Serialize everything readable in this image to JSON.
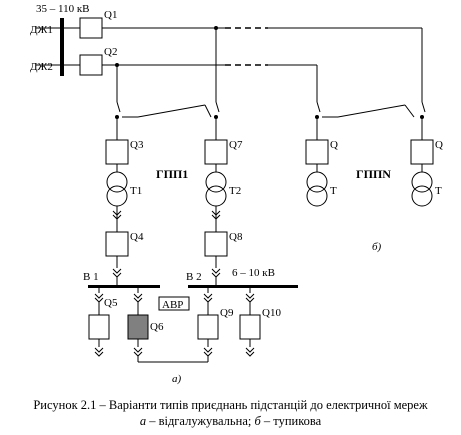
{
  "source": {
    "voltage": "35 – 110 кВ",
    "line1": "ДЖ1",
    "line2": "ДЖ2"
  },
  "breakers": {
    "q1": "Q1",
    "q2": "Q2",
    "q3": "Q3",
    "q4": "Q4",
    "q5": "Q5",
    "q6": "Q6",
    "q7": "Q7",
    "q8": "Q8",
    "q9": "Q9",
    "q10": "Q10",
    "qa": "Q",
    "qb": "Q"
  },
  "transformers": {
    "t1": "T1",
    "t2": "T2",
    "ta": "T",
    "tb": "T"
  },
  "substations": {
    "gpp1": "ГПП1",
    "gppn": "ГППN"
  },
  "buses": {
    "b1": "B 1",
    "b2": "B 2",
    "low_voltage": "6 – 10 кВ"
  },
  "avr": "АВР",
  "scheme_labels": {
    "a": "а)",
    "b": "б)"
  },
  "caption": {
    "line1": "Рисунок 2.1 – Варіанти типів приєднань підстанцій до електричної мереж",
    "line2_a": "а",
    "line2_a_text": " – відгалужувальна; ",
    "line2_b": "б",
    "line2_b_text": " – тупикова"
  }
}
